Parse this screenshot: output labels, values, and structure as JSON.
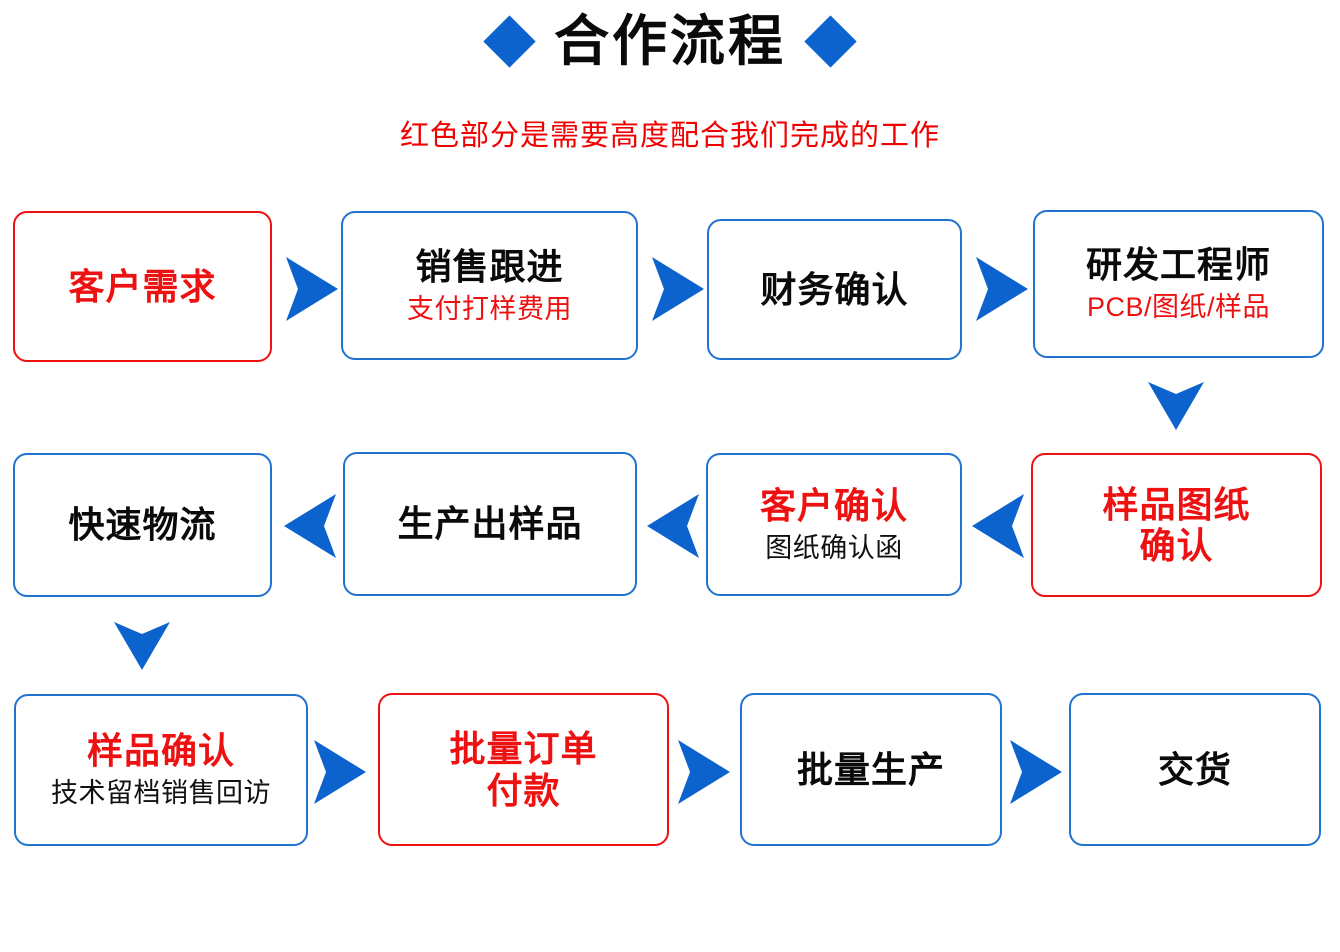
{
  "header": {
    "title": "合作流程",
    "subtitle": "红色部分是需要高度配合我们完成的工作",
    "left_diamond": "diamond-icon",
    "right_diamond": "diamond-icon"
  },
  "colors": {
    "blue": "#0C63CE",
    "box_blue_border": "#2173CD",
    "red": "#EE1111",
    "black": "#0A0A0A",
    "background": "#FFFFFF"
  },
  "flow": {
    "rows": [
      {
        "direction": "left-to-right",
        "nodes": [
          {
            "id": "customer-requirement",
            "main": "客户需求",
            "main_color": "red",
            "border": "red",
            "sub": "",
            "sub_color": ""
          },
          {
            "id": "sales-followup",
            "main": "销售跟进",
            "main_color": "black",
            "border": "blue",
            "sub": "支付打样费用",
            "sub_color": "red"
          },
          {
            "id": "finance-confirm",
            "main": "财务确认",
            "main_color": "black",
            "border": "blue",
            "sub": "",
            "sub_color": ""
          },
          {
            "id": "rd-engineer",
            "main": "研发工程师",
            "main_color": "black",
            "border": "blue",
            "sub": "PCB/图纸/样品",
            "sub_color": "red"
          }
        ]
      },
      {
        "direction": "right-to-left",
        "nodes": [
          {
            "id": "fast-logistics",
            "main": "快速物流",
            "main_color": "black",
            "border": "blue",
            "sub": "",
            "sub_color": ""
          },
          {
            "id": "produce-sample",
            "main": "生产出样品",
            "main_color": "black",
            "border": "blue",
            "sub": "",
            "sub_color": ""
          },
          {
            "id": "customer-confirm",
            "main": "客户确认",
            "main_color": "red",
            "border": "blue",
            "sub": "图纸确认函",
            "sub_color": "black"
          },
          {
            "id": "sample-drawing-confirm",
            "main": "样品图纸\n确认",
            "main_color": "red",
            "border": "red",
            "sub": "",
            "sub_color": ""
          }
        ]
      },
      {
        "direction": "left-to-right",
        "nodes": [
          {
            "id": "sample-confirm",
            "main": "样品确认",
            "main_color": "red",
            "border": "blue",
            "sub": "技术留档销售回访",
            "sub_color": "black"
          },
          {
            "id": "bulk-order-payment",
            "main": "批量订单\n付款",
            "main_color": "red",
            "border": "red",
            "sub": "",
            "sub_color": ""
          },
          {
            "id": "bulk-production",
            "main": "批量生产",
            "main_color": "black",
            "border": "blue",
            "sub": "",
            "sub_color": ""
          },
          {
            "id": "delivery",
            "main": "交货",
            "main_color": "black",
            "border": "blue",
            "sub": "",
            "sub_color": ""
          }
        ]
      }
    ],
    "connectors": [
      {
        "id": "arrow-row1-1",
        "type": "arrow-right-icon"
      },
      {
        "id": "arrow-row1-2",
        "type": "arrow-right-icon"
      },
      {
        "id": "arrow-row1-3",
        "type": "arrow-right-icon"
      },
      {
        "id": "arrow-row1-to-row2",
        "type": "arrow-down-icon"
      },
      {
        "id": "arrow-row2-1",
        "type": "arrow-left-icon"
      },
      {
        "id": "arrow-row2-2",
        "type": "arrow-left-icon"
      },
      {
        "id": "arrow-row2-3",
        "type": "arrow-left-icon"
      },
      {
        "id": "arrow-row2-to-row3",
        "type": "arrow-down-icon"
      },
      {
        "id": "arrow-row3-1",
        "type": "arrow-right-icon"
      },
      {
        "id": "arrow-row3-2",
        "type": "arrow-right-icon"
      },
      {
        "id": "arrow-row3-3",
        "type": "arrow-right-icon"
      }
    ]
  }
}
